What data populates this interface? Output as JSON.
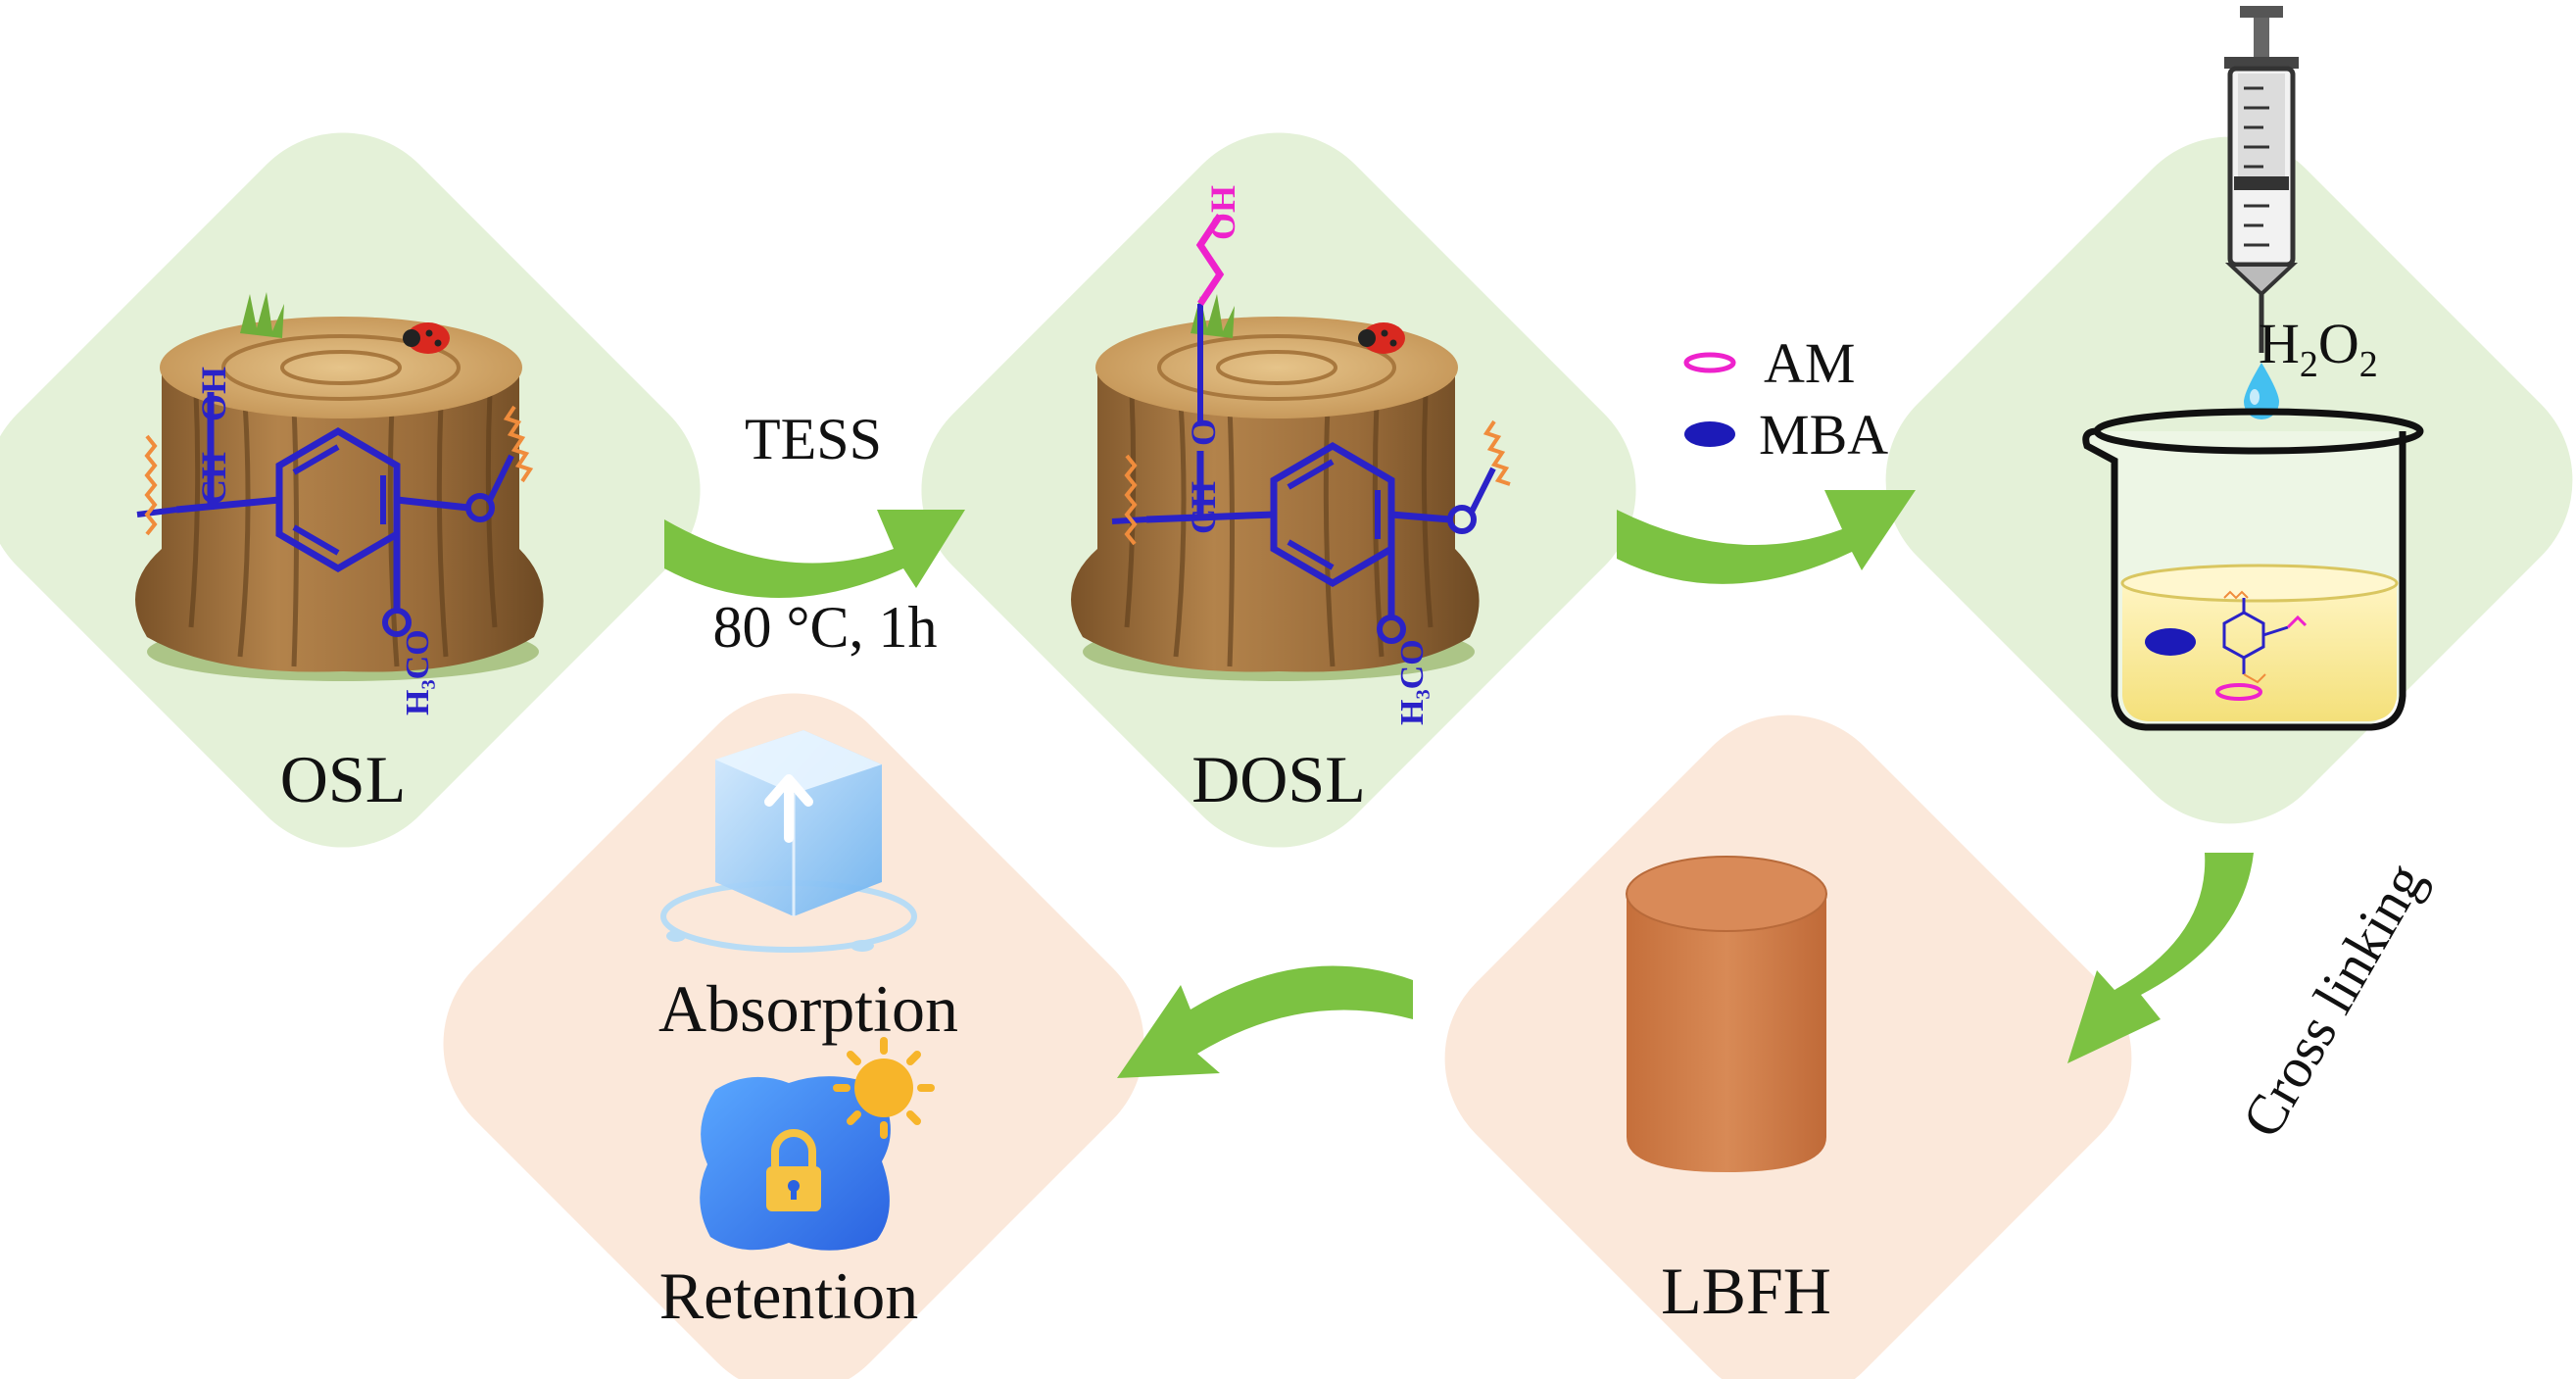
{
  "labels": {
    "osl": "OSL",
    "dosl": "DOSL",
    "lbfh": "LBFH",
    "absorption": "Absorption",
    "retention": "Retention"
  },
  "step1": {
    "reagent": "TESS",
    "condition": "80 °C, 1h"
  },
  "step2": {
    "legend": [
      {
        "name": "AM",
        "marker": "pink-ring"
      },
      {
        "name": "MBA",
        "marker": "blue-dot"
      }
    ]
  },
  "step3": {
    "reagent_base": "H",
    "reagent_sub1": "2",
    "reagent_mid": "O",
    "reagent_sub2": "2"
  },
  "step4": {
    "label": "Cross linking"
  },
  "chem": {
    "ch": "CH",
    "oh": "OH",
    "o": "O",
    "h3co": "H₃CO"
  },
  "colors": {
    "green_tile": "#e4f1d8",
    "peach_tile": "#fbe8da",
    "arrow_green": "#7cc242",
    "benzene_blue": "#2a22c8",
    "linker_pink": "#ee22cc",
    "cylinder": "#d4804c",
    "wood": "#a87a44"
  }
}
